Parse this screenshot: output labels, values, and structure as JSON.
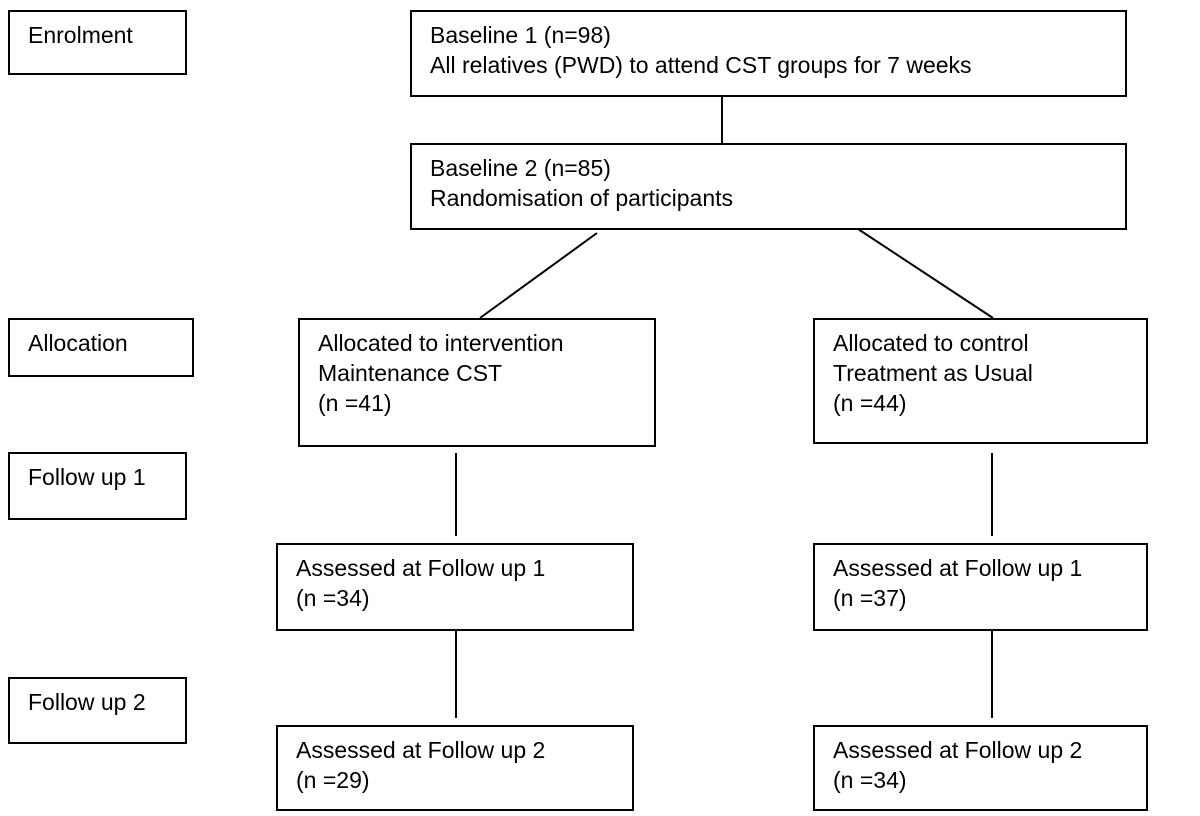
{
  "stages": {
    "enrolment": "Enrolment",
    "allocation": "Allocation",
    "follow_up_1": "Follow up 1",
    "follow_up_2": "Follow up 2"
  },
  "baseline1": {
    "line1": "Baseline 1 (n=98)",
    "line2": "All relatives (PWD) to attend CST groups for 7 weeks"
  },
  "baseline2": {
    "line1": "Baseline 2 (n=85)",
    "line2": "Randomisation of participants"
  },
  "intervention": {
    "allocated": {
      "line1": "Allocated to intervention",
      "line2": "Maintenance CST",
      "line3": "(n =41)"
    },
    "fu1": {
      "line1": "Assessed at Follow up 1",
      "line2": "(n =34)"
    },
    "fu2": {
      "line1": "Assessed at Follow up 2",
      "line2": "(n =29)"
    }
  },
  "control": {
    "allocated": {
      "line1": "Allocated to control",
      "line2": "Treatment as Usual",
      "line3": "(n =44)"
    },
    "fu1": {
      "line1": "Assessed at Follow up 1",
      "line2": "(n =37)"
    },
    "fu2": {
      "line1": "Assessed at Follow up 2",
      "line2": "(n =34)"
    }
  }
}
